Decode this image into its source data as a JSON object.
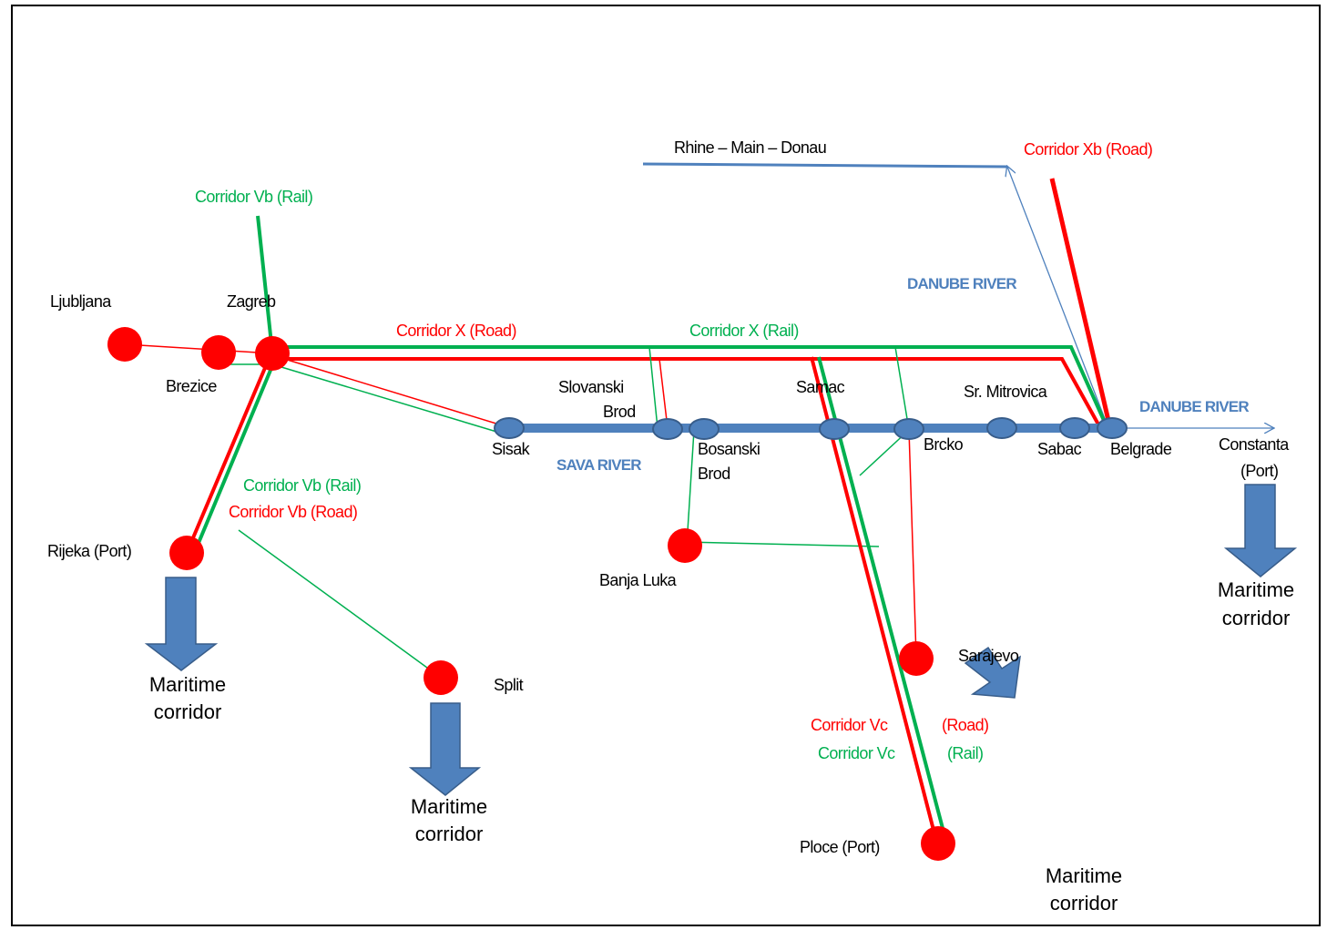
{
  "colors": {
    "road": "#ff0000",
    "rail": "#00b050",
    "river": "#4f81bd",
    "city_node": "#ff0000",
    "river_port": "#4f81bd",
    "text": "#000000"
  },
  "rivers": {
    "rhine_main_donau": "Rhine – Main – Donau",
    "danube_upper": "DANUBE RIVER",
    "danube_lower": "DANUBE RIVER",
    "sava": "SAVA RIVER"
  },
  "corridors": {
    "xb_road": "Corridor Xb (Road)",
    "vb_rail_top": "Corridor Vb (Rail)",
    "x_road": "Corridor X (Road)",
    "x_rail": "Corridor X (Rail)",
    "vb_rail_mid": "Corridor Vb (Rail)",
    "vb_road_mid": "Corridor Vb (Road)",
    "vc_road_a": "Corridor Vc",
    "vc_road_b": "(Road)",
    "vc_rail_a": "Corridor Vc",
    "vc_rail_b": "(Rail)"
  },
  "cities": {
    "ljubljana": "Ljubljana",
    "zagreb": "Zagreb",
    "brezice": "Brezice",
    "rijeka": "Rijeka (Port)",
    "split": "Split",
    "sisak": "Sisak",
    "slovanski_brod_1": "Slovanski",
    "slovanski_brod_2": "Brod",
    "bosanski_brod_1": "Bosanski",
    "bosanski_brod_2": "Brod",
    "banja_luka": "Banja Luka",
    "samac": "Samac",
    "sr_mitrovica": "Sr. Mitrovica",
    "brcko": "Brcko",
    "sabac": "Sabac",
    "belgrade": "Belgrade",
    "constanta_1": "Constanta",
    "constanta_2": "(Port)",
    "sarajevo": "Sarajevo",
    "ploce": "Ploce (Port)"
  },
  "maritime": {
    "rijeka_1": "Maritime",
    "rijeka_2": "corridor",
    "split_1": "Maritime",
    "split_2": "corridor",
    "constanta_1": "Maritime",
    "constanta_2": "corridor",
    "ploce_1": "Maritime",
    "ploce_2": "corridor"
  }
}
